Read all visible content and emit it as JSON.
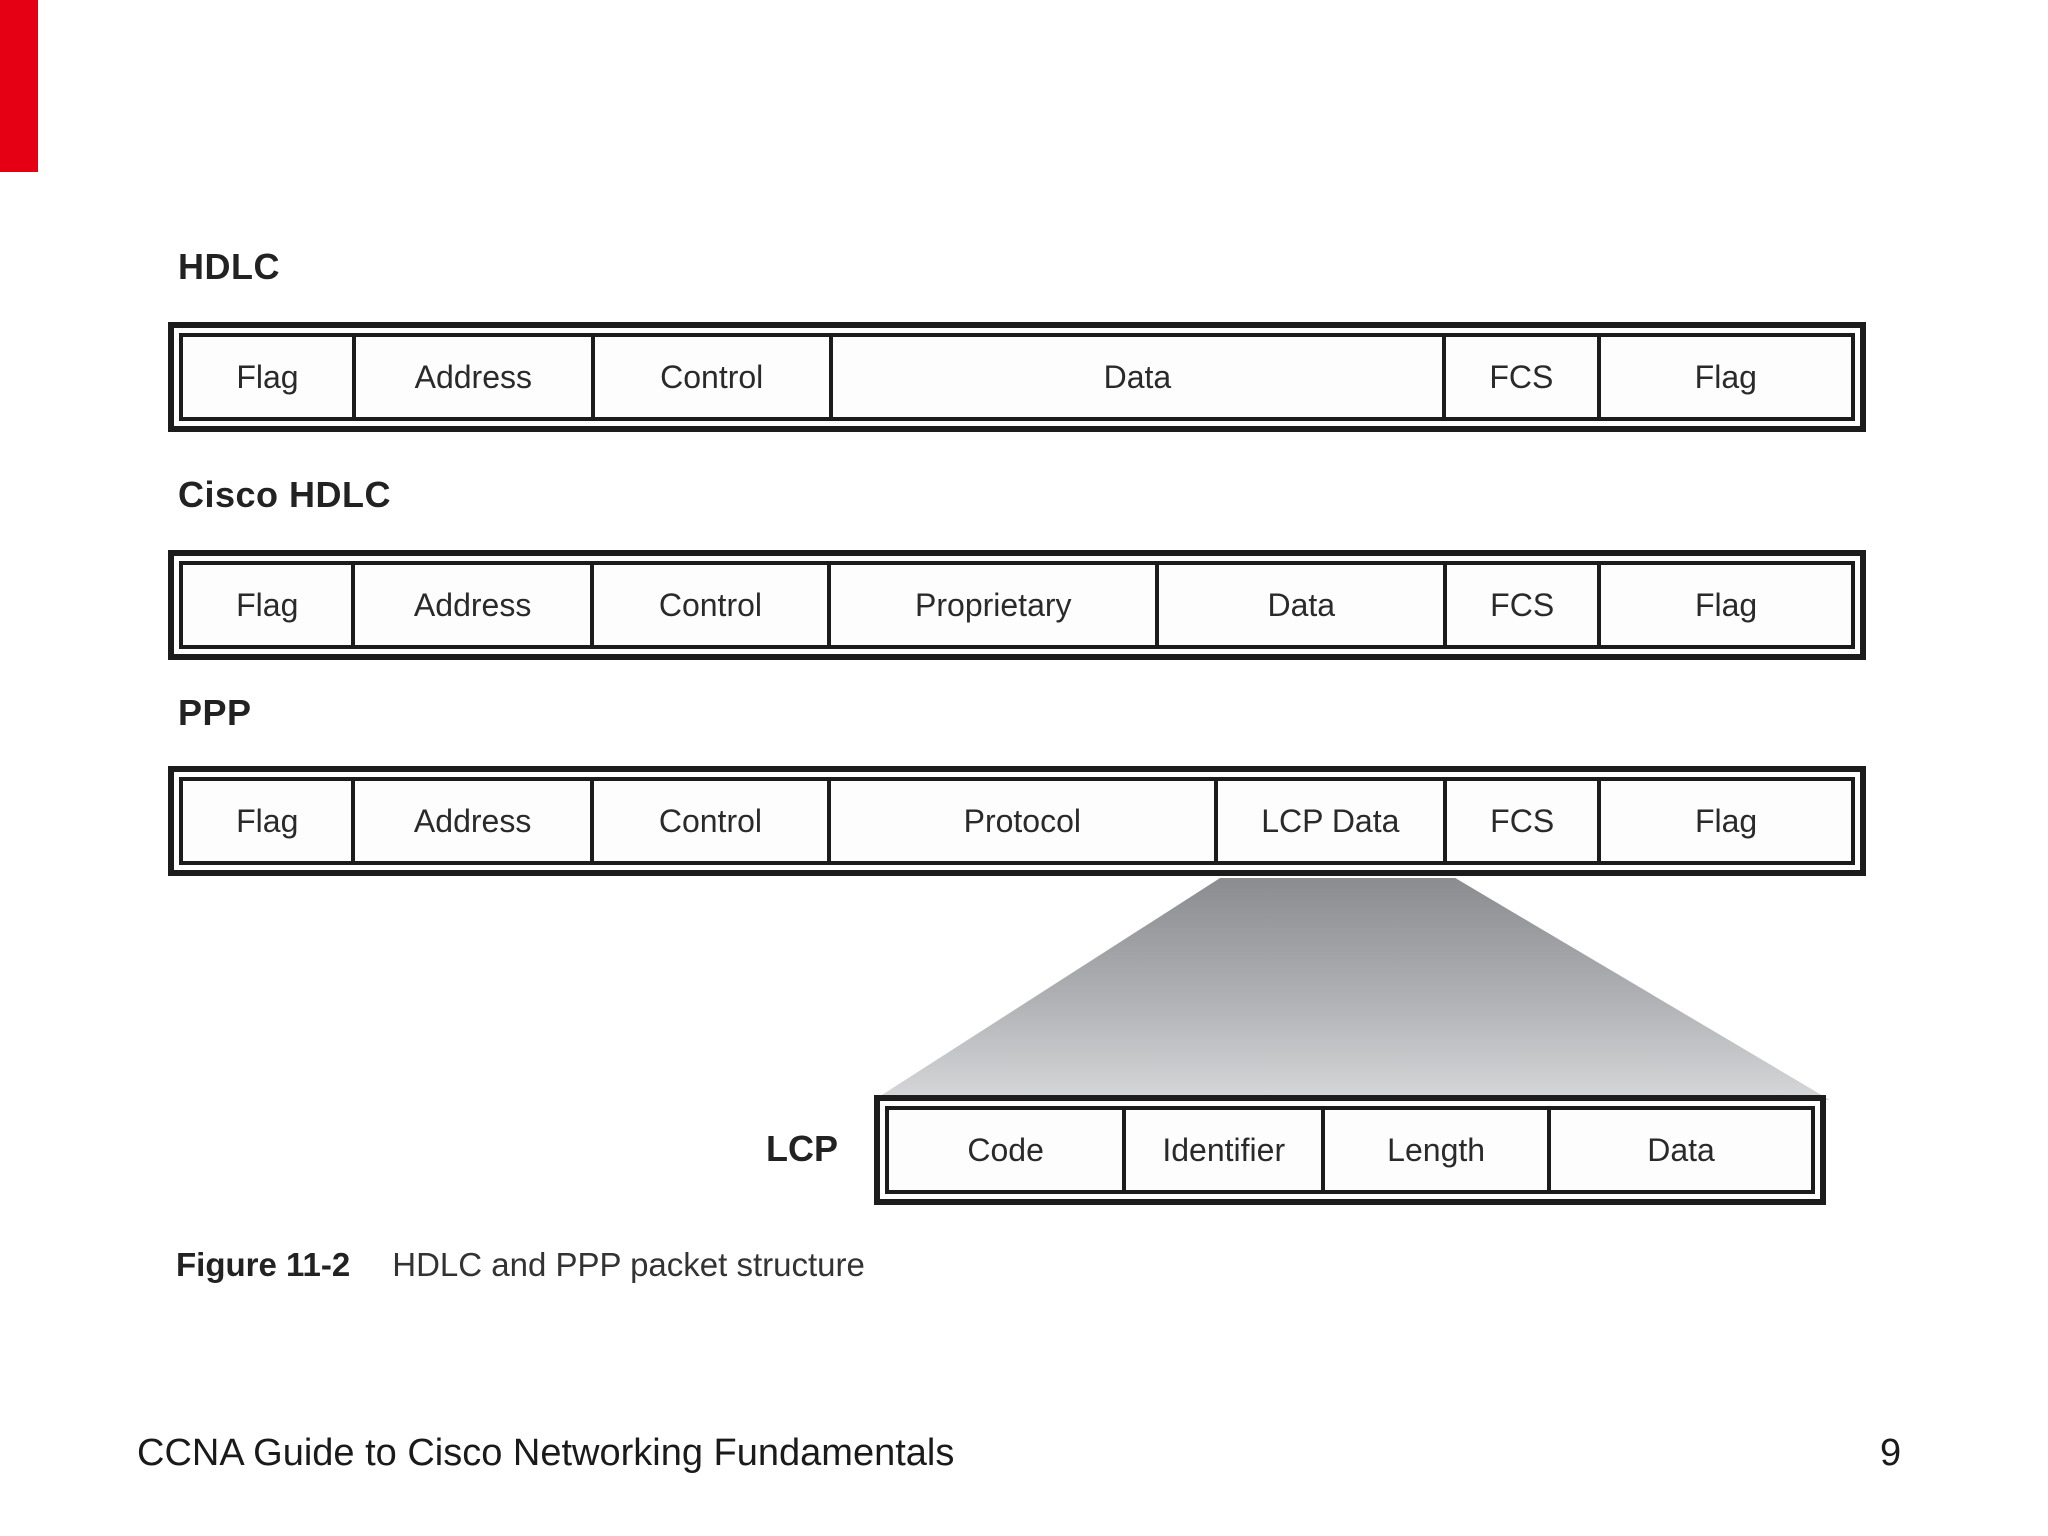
{
  "page": {
    "background_color": "#ffffff",
    "accent_bar_color": "#e60013",
    "border_color": "#1c1c1c",
    "cone_gradient_top": "#8b8c8f",
    "cone_gradient_bottom": "#d6d7d9"
  },
  "rows": [
    {
      "heading": "HDLC",
      "cells": [
        {
          "label": "Flag"
        },
        {
          "label": "Address"
        },
        {
          "label": "Control"
        },
        {
          "label": "Data"
        },
        {
          "label": "FCS"
        },
        {
          "label": "Flag"
        }
      ]
    },
    {
      "heading": "Cisco HDLC",
      "cells": [
        {
          "label": "Flag"
        },
        {
          "label": "Address"
        },
        {
          "label": "Control"
        },
        {
          "label": "Proprietary"
        },
        {
          "label": "Data"
        },
        {
          "label": "FCS"
        },
        {
          "label": "Flag"
        }
      ]
    },
    {
      "heading": "PPP",
      "cells": [
        {
          "label": "Flag"
        },
        {
          "label": "Address"
        },
        {
          "label": "Control"
        },
        {
          "label": "Protocol"
        },
        {
          "label": "LCP Data"
        },
        {
          "label": "FCS"
        },
        {
          "label": "Flag"
        }
      ]
    }
  ],
  "lcp": {
    "label": "LCP",
    "cells": [
      {
        "label": "Code"
      },
      {
        "label": "Identifier"
      },
      {
        "label": "Length"
      },
      {
        "label": "Data"
      }
    ]
  },
  "caption": {
    "figure_label": "Figure 11-2",
    "text": "HDLC and PPP packet structure"
  },
  "footer": {
    "left_text": "CCNA Guide to Cisco Networking Fundamentals",
    "page_number": "9"
  }
}
